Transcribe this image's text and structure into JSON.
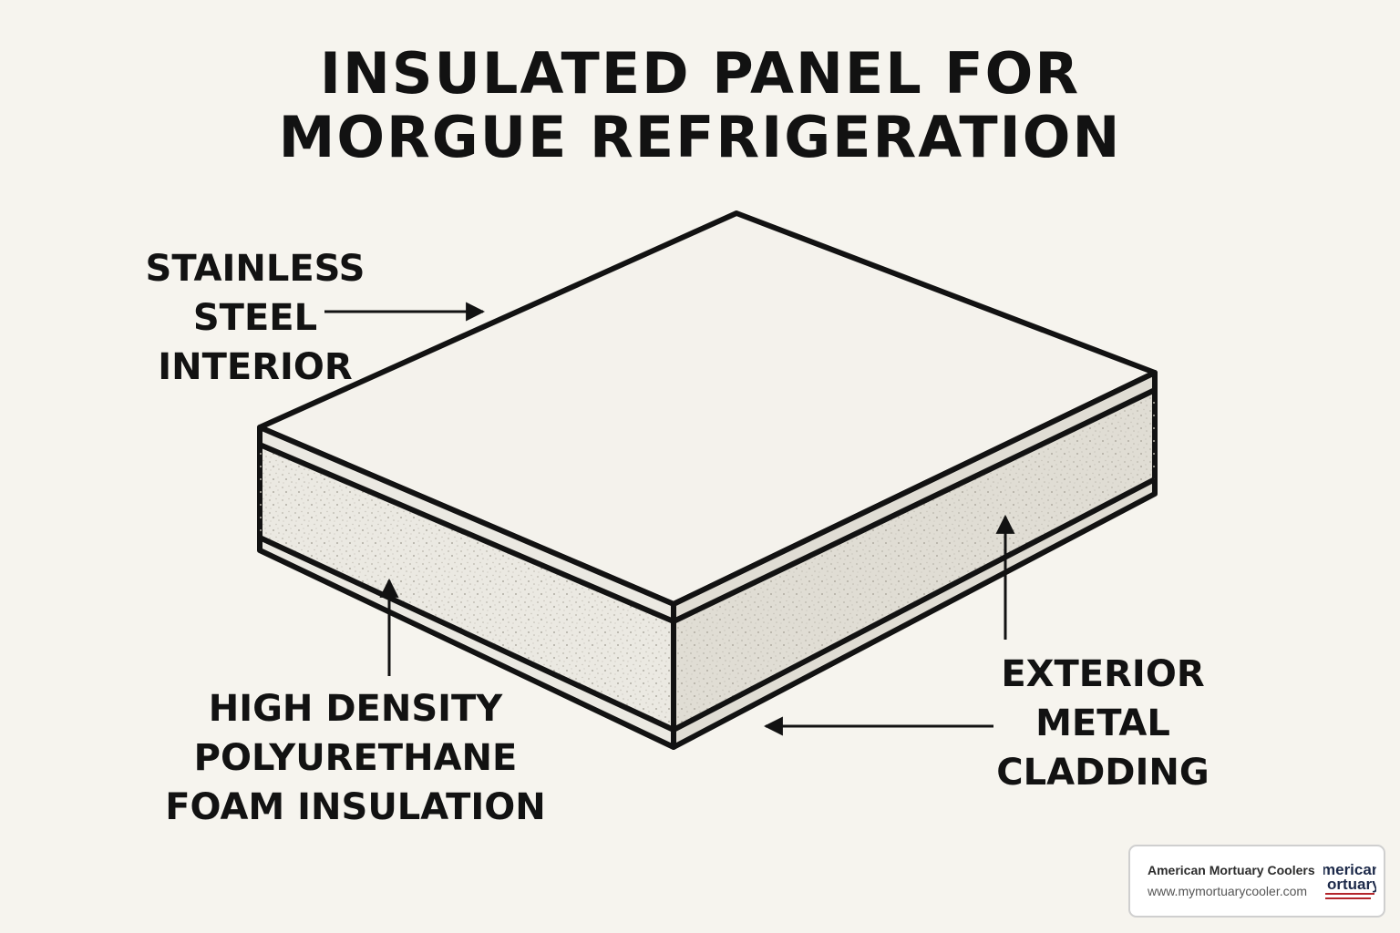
{
  "title": {
    "line1": "INSULATED PANEL FOR",
    "line2": "MORGUE REFRIGERATION"
  },
  "labels": {
    "stainless_steel": {
      "line1": "STAINLESS",
      "line2": "STEEL",
      "line3": "INTERIOR"
    },
    "foam": {
      "line1": "HIGH DENSITY",
      "line2": "POLYURETHANE",
      "line3": "FOAM INSULATION"
    },
    "exterior": {
      "line1": "EXTERIOR",
      "line2": "METAL",
      "line3": "CLADDING"
    }
  },
  "watermark": {
    "company": "American Mortuary Coolers",
    "url": "www.mymortuarycooler.com",
    "logo_text_1": "merican",
    "logo_text_2": "ortuary"
  },
  "colors": {
    "background": "#f6f4ee",
    "stroke": "#121212",
    "top_face": "#f4f2ec",
    "foam_left": "#ebe9e2",
    "foam_right": "#e0ddd4",
    "logo_red": "#b3262c",
    "logo_navy": "#1d2a4a"
  }
}
